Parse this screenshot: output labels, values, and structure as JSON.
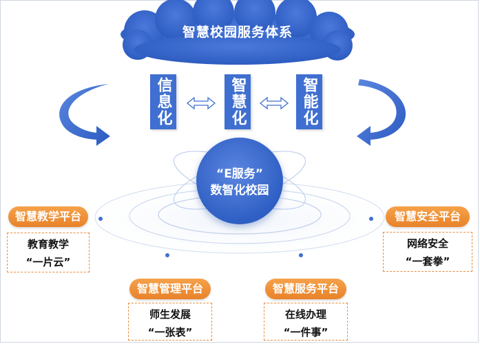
{
  "cloud": {
    "title": "智慧校园服务体系"
  },
  "pillars": [
    {
      "label": "信息化"
    },
    {
      "label": "智慧化"
    },
    {
      "label": "智能化"
    }
  ],
  "hub": {
    "line1": "“E服务”",
    "line2": "数智化校园"
  },
  "platforms": [
    {
      "badge": "智慧教学平台",
      "line1": "教育教学",
      "line2": "“一片云”"
    },
    {
      "badge": "智慧管理平台",
      "line1": "师生发展",
      "line2": "“一张表”"
    },
    {
      "badge": "智慧服务平台",
      "line1": "在线办理",
      "line2": "“一件事”"
    },
    {
      "badge": "智慧安全平台",
      "line1": "网络安全",
      "line2": "“一套拳”"
    }
  ],
  "colors": {
    "primary_blue": "#3f6fd0",
    "orange": "#e8822a",
    "dashed_border": "#e98a3a"
  }
}
